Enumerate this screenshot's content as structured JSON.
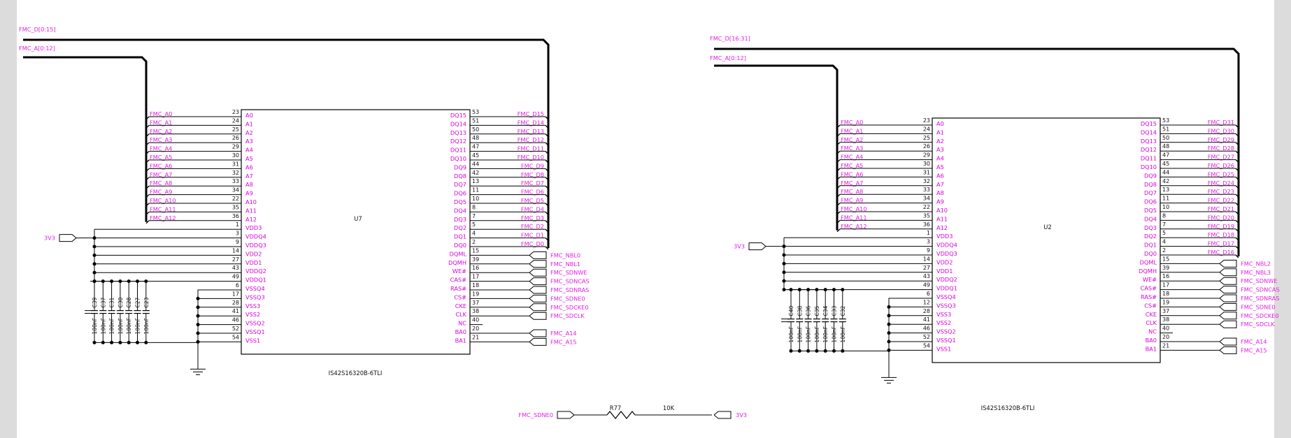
{
  "colors": {
    "net_label": "#e020e0",
    "wire": "#000000",
    "background": "#ffffff",
    "frame": "#dcdcdc"
  },
  "power_net": "3V3",
  "chips": [
    {
      "ref": "U7",
      "part": "IS42S16320B-6TLI",
      "data_bus": "FMC_D[0:15]",
      "addr_bus": "FMC_A[0:12]",
      "left_pins": [
        {
          "name": "A0",
          "num": "23",
          "net": "FMC_A0"
        },
        {
          "name": "A1",
          "num": "24",
          "net": "FMC_A1"
        },
        {
          "name": "A2",
          "num": "25",
          "net": "FMC_A2"
        },
        {
          "name": "A3",
          "num": "26",
          "net": "FMC_A3"
        },
        {
          "name": "A4",
          "num": "29",
          "net": "FMC_A4"
        },
        {
          "name": "A5",
          "num": "30",
          "net": "FMC_A5"
        },
        {
          "name": "A6",
          "num": "31",
          "net": "FMC_A6"
        },
        {
          "name": "A7",
          "num": "32",
          "net": "FMC_A7"
        },
        {
          "name": "A8",
          "num": "33",
          "net": "FMC_A8"
        },
        {
          "name": "A9",
          "num": "34",
          "net": "FMC_A9"
        },
        {
          "name": "A10",
          "num": "22",
          "net": "FMC_A10"
        },
        {
          "name": "A11",
          "num": "35",
          "net": "FMC_A11"
        },
        {
          "name": "A12",
          "num": "36",
          "net": "FMC_A12"
        },
        {
          "name": "VDD3",
          "num": "1"
        },
        {
          "name": "VDDQ4",
          "num": "3"
        },
        {
          "name": "VDDQ3",
          "num": "9"
        },
        {
          "name": "VDD2",
          "num": "14"
        },
        {
          "name": "VDD1",
          "num": "27"
        },
        {
          "name": "VDDQ2",
          "num": "43"
        },
        {
          "name": "VDDQ1",
          "num": "49"
        },
        {
          "name": "VSSQ4",
          "num": "6"
        },
        {
          "name": "VSSQ3",
          "num": "17"
        },
        {
          "name": "VSS3",
          "num": "28"
        },
        {
          "name": "VSS2",
          "num": "41"
        },
        {
          "name": "VSSQ2",
          "num": "46"
        },
        {
          "name": "VSSQ1",
          "num": "52"
        },
        {
          "name": "VSS1",
          "num": "54"
        }
      ],
      "right_pins": [
        {
          "name": "DQ15",
          "num": "53",
          "net": "FMC_D15"
        },
        {
          "name": "DQ14",
          "num": "51",
          "net": "FMC_D14"
        },
        {
          "name": "DQ13",
          "num": "50",
          "net": "FMC_D13"
        },
        {
          "name": "DQ12",
          "num": "48",
          "net": "FMC_D12"
        },
        {
          "name": "DQ11",
          "num": "47",
          "net": "FMC_D11"
        },
        {
          "name": "DQ10",
          "num": "45",
          "net": "FMC_D10"
        },
        {
          "name": "DQ9",
          "num": "44",
          "net": "FMC_D9"
        },
        {
          "name": "DQ8",
          "num": "42",
          "net": "FMC_D8"
        },
        {
          "name": "DQ7",
          "num": "13",
          "net": "FMC_D7"
        },
        {
          "name": "DQ6",
          "num": "11",
          "net": "FMC_D6"
        },
        {
          "name": "DQ5",
          "num": "10",
          "net": "FMC_D5"
        },
        {
          "name": "DQ4",
          "num": "8",
          "net": "FMC_D4"
        },
        {
          "name": "DQ3",
          "num": "7",
          "net": "FMC_D3"
        },
        {
          "name": "DQ2",
          "num": "5",
          "net": "FMC_D2"
        },
        {
          "name": "DQ1",
          "num": "4",
          "net": "FMC_D1"
        },
        {
          "name": "DQ0",
          "num": "2",
          "net": "FMC_D0"
        },
        {
          "name": "DQML",
          "num": "15",
          "port": "FMC_NBL0"
        },
        {
          "name": "DQMH",
          "num": "39",
          "port": "FMC_NBL1"
        },
        {
          "name": "WE#",
          "num": "16",
          "port": "FMC_SDNWE"
        },
        {
          "name": "CAS#",
          "num": "17",
          "port": "FMC_SDNCAS"
        },
        {
          "name": "RAS#",
          "num": "18",
          "port": "FMC_SDNRAS"
        },
        {
          "name": "CS#",
          "num": "19",
          "port": "FMC_SDNE0"
        },
        {
          "name": "CKE",
          "num": "37",
          "port": "FMC_SDCKE0"
        },
        {
          "name": "CLK",
          "num": "38",
          "port": "FMC_SDCLK"
        },
        {
          "name": "NC",
          "num": "40"
        },
        {
          "name": "BA0",
          "num": "20",
          "port": "FMC_A14"
        },
        {
          "name": "BA1",
          "num": "21",
          "port": "FMC_A15"
        }
      ],
      "caps": [
        {
          "ref": "C39",
          "value": "100nF"
        },
        {
          "ref": "C37",
          "value": "100nF"
        },
        {
          "ref": "C31",
          "value": "100nF"
        },
        {
          "ref": "C30",
          "value": "100nF"
        },
        {
          "ref": "C28",
          "value": "100nF"
        },
        {
          "ref": "C27",
          "value": "100nF"
        },
        {
          "ref": "C23",
          "value": "100nF"
        }
      ]
    },
    {
      "ref": "U2",
      "part": "IS42S16320B-6TLI",
      "data_bus": "FMC_D[16:31]",
      "addr_bus": "FMC_A[0:12]",
      "left_pins": [
        {
          "name": "A0",
          "num": "23",
          "net": "FMC_A0"
        },
        {
          "name": "A1",
          "num": "24",
          "net": "FMC_A1"
        },
        {
          "name": "A2",
          "num": "25",
          "net": "FMC_A2"
        },
        {
          "name": "A3",
          "num": "26",
          "net": "FMC_A3"
        },
        {
          "name": "A4",
          "num": "29",
          "net": "FMC_A4"
        },
        {
          "name": "A5",
          "num": "30",
          "net": "FMC_A5"
        },
        {
          "name": "A6",
          "num": "31",
          "net": "FMC_A6"
        },
        {
          "name": "A7",
          "num": "32",
          "net": "FMC_A7"
        },
        {
          "name": "A8",
          "num": "33",
          "net": "FMC_A8"
        },
        {
          "name": "A9",
          "num": "34",
          "net": "FMC_A9"
        },
        {
          "name": "A10",
          "num": "22",
          "net": "FMC_A10"
        },
        {
          "name": "A11",
          "num": "35",
          "net": "FMC_A11"
        },
        {
          "name": "A12",
          "num": "36",
          "net": "FMC_A12"
        },
        {
          "name": "VDD3",
          "num": "1"
        },
        {
          "name": "VDDQ4",
          "num": "3"
        },
        {
          "name": "VDDQ3",
          "num": "9"
        },
        {
          "name": "VDD2",
          "num": "14"
        },
        {
          "name": "VDD1",
          "num": "27"
        },
        {
          "name": "VDDQ2",
          "num": "43"
        },
        {
          "name": "VDDQ1",
          "num": "49"
        },
        {
          "name": "VSSQ4",
          "num": "6"
        },
        {
          "name": "VSSQ3",
          "num": "12"
        },
        {
          "name": "VSS3",
          "num": "28"
        },
        {
          "name": "VSS2",
          "num": "41"
        },
        {
          "name": "VSSQ2",
          "num": "46"
        },
        {
          "name": "VSSQ1",
          "num": "52"
        },
        {
          "name": "VSS1",
          "num": "54"
        }
      ],
      "right_pins": [
        {
          "name": "DQ15",
          "num": "53",
          "net": "FMC_D31"
        },
        {
          "name": "DQ14",
          "num": "51",
          "net": "FMC_D30"
        },
        {
          "name": "DQ13",
          "num": "50",
          "net": "FMC_D29"
        },
        {
          "name": "DQ12",
          "num": "48",
          "net": "FMC_D28"
        },
        {
          "name": "DQ11",
          "num": "47",
          "net": "FMC_D27"
        },
        {
          "name": "DQ10",
          "num": "45",
          "net": "FMC_D26"
        },
        {
          "name": "DQ9",
          "num": "44",
          "net": "FMC_D25"
        },
        {
          "name": "DQ8",
          "num": "42",
          "net": "FMC_D24"
        },
        {
          "name": "DQ7",
          "num": "13",
          "net": "FMC_D23"
        },
        {
          "name": "DQ6",
          "num": "11",
          "net": "FMC_D22"
        },
        {
          "name": "DQ5",
          "num": "10",
          "net": "FMC_D21"
        },
        {
          "name": "DQ4",
          "num": "8",
          "net": "FMC_D20"
        },
        {
          "name": "DQ3",
          "num": "7",
          "net": "FMC_D19"
        },
        {
          "name": "DQ2",
          "num": "5",
          "net": "FMC_D18"
        },
        {
          "name": "DQ1",
          "num": "4",
          "net": "FMC_D17"
        },
        {
          "name": "DQ0",
          "num": "2",
          "net": "FMC_D16"
        },
        {
          "name": "DQML",
          "num": "15",
          "port": "FMC_NBL2"
        },
        {
          "name": "DQMH",
          "num": "39",
          "port": "FMC_NBL3"
        },
        {
          "name": "WE#",
          "num": "16",
          "port": "FMC_SDNWE"
        },
        {
          "name": "CAS#",
          "num": "17",
          "port": "FMC_SDNCAS"
        },
        {
          "name": "RAS#",
          "num": "18",
          "port": "FMC_SDNRAS"
        },
        {
          "name": "CS#",
          "num": "19",
          "port": "FMC_SDNE0"
        },
        {
          "name": "CKE",
          "num": "37",
          "port": "FMC_SDCKE0"
        },
        {
          "name": "CLK",
          "num": "38",
          "port": "FMC_SDCLK"
        },
        {
          "name": "NC",
          "num": "40"
        },
        {
          "name": "BA0",
          "num": "20",
          "port": "FMC_A14"
        },
        {
          "name": "BA1",
          "num": "21",
          "port": "FMC_A15"
        }
      ],
      "caps": [
        {
          "ref": "C40",
          "value": "100nF"
        },
        {
          "ref": "C38",
          "value": "100nF"
        },
        {
          "ref": "C36",
          "value": "100nF"
        },
        {
          "ref": "C35",
          "value": "100nF"
        },
        {
          "ref": "C34",
          "value": "100nF"
        },
        {
          "ref": "C33",
          "value": "100nF"
        },
        {
          "ref": "C32",
          "value": "100nF"
        }
      ]
    }
  ],
  "pullup": {
    "ref": "R77",
    "value": "10K",
    "from_net": "FMC_SDNE0",
    "to_net": "3V3"
  }
}
